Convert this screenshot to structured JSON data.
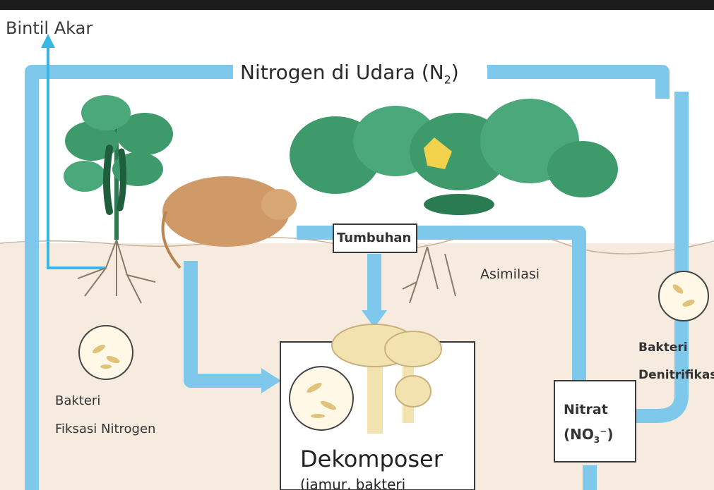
{
  "labels": {
    "bintil_akar": "Bintil Akar",
    "nitrogen_title": "Nitrogen di Udara (N",
    "nitrogen_sub": "2",
    "nitrogen_close": ")",
    "tumbuhan": "Tumbuhan",
    "asimilasi": "Asimilasi",
    "bakteri_fiksasi_1": "Bakteri",
    "bakteri_fiksasi_2": "Fiksasi Nitrogen",
    "bakteri_denit_1": "Bakteri",
    "bakteri_denit_2": "Denitrifikasi",
    "nitrat_1": "Nitrat",
    "nitrat_2a": "(NO",
    "nitrat_2sub": "3",
    "nitrat_2sup": "−",
    "nitrat_2b": ")",
    "dekomposer": "Dekomposer",
    "dekomposer_sub": "(jamur, bakteri"
  },
  "colors": {
    "flow_blue": "#7ec8ec",
    "soil": "#f7ebdf",
    "sky": "#ffffff",
    "leaf": "#3f9a6b",
    "leaf_dark": "#2a7a52",
    "animal": "#cf9a68",
    "mushroom": "#f2e2b0",
    "text": "#333333"
  },
  "icons": [
    "pepper-plant-icon",
    "mole-icon",
    "pumpkin-plant-icon",
    "mushroom-icon",
    "bacteria-circle-icon"
  ]
}
